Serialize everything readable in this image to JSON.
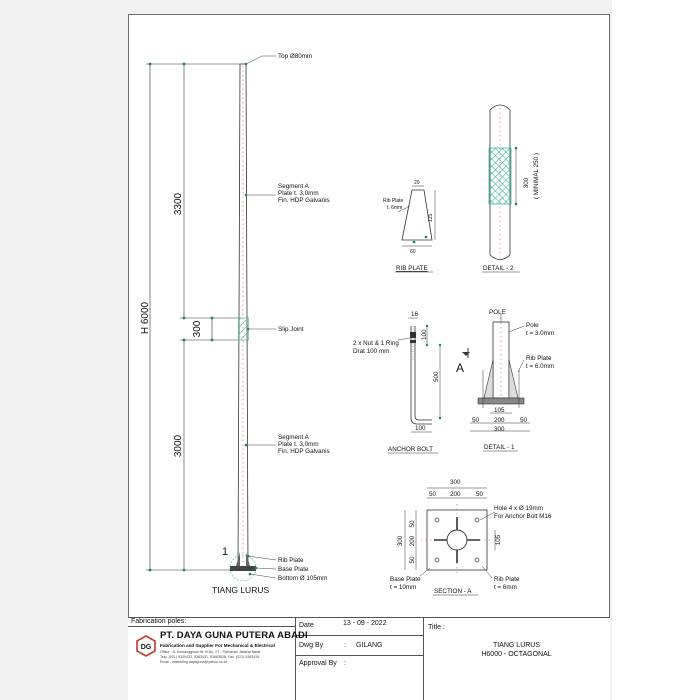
{
  "pole": {
    "top_label": "Top Ø80mm",
    "segment_a_top": [
      "Segment A",
      "Plate t. 3,0mm",
      "Fin. HDP Galvanis"
    ],
    "slip_joint": "Slip Joint",
    "segment_a_bottom": [
      "Segment A",
      "Plate t. 3,0mm",
      "Fin. HDP Galvanis"
    ],
    "rib_plate": "Rib Plate",
    "base_plate": "Base Plate",
    "bottom": "Bottom Ø 105mm",
    "marker": "1",
    "title": "TIANG LURUS"
  },
  "dimensions": {
    "total": "H 6000",
    "upper": "3300",
    "joint": "300",
    "lower": "3000"
  },
  "rib_plate_detail": {
    "label": [
      "Rib Plate",
      "t. 6mm"
    ],
    "dim_top": "20",
    "dim_height": "125",
    "dim_bottom": "60",
    "title": "RIB PLATE"
  },
  "detail_2": {
    "dim": "300",
    "dim_note": "( MINIMAL 250 )",
    "title": "DETAIL - 2"
  },
  "anchor_bolt": {
    "note": [
      "2 x Nut & 1 Ring",
      "Drat 100 mm"
    ],
    "dim_dia": "16",
    "dim_thread": "100",
    "dim_length": "500",
    "dim_hook": "100",
    "title": "ANCHOR BOLT"
  },
  "detail_1": {
    "pole_top": "POLE",
    "pole_label": [
      "Pole",
      "t = 3.0mm"
    ],
    "rib_label": [
      "Rib Plate",
      "t = 6.0mm"
    ],
    "section_marker": "A",
    "dim_inner": "105",
    "dims_row": [
      "50",
      "200",
      "50"
    ],
    "dim_total": "300",
    "title": "DETAIL - 1"
  },
  "section_a": {
    "dim_total_top": "300",
    "dims_top": [
      "50",
      "200",
      "50"
    ],
    "hole_note": [
      "Hole 4 x Ø 19mm",
      "For Anchor Bolt M16"
    ],
    "dims_left": [
      "50",
      "200",
      "50"
    ],
    "dim_left_total": "300",
    "dim_right": "105",
    "base_label": [
      "Base Plate",
      "t = 10mm"
    ],
    "rib_label": [
      "Rib Plate",
      "t = 6mm"
    ],
    "title": "SECTION - A"
  },
  "title_block": {
    "fabrication_label": "Fabrication poles:",
    "company_name": "PT. DAYA GUNA PUTERA ABADI",
    "company_tagline": "Fabrication and Supplier For Mechanical & Electrical",
    "company_address": "Office : Jl. Kemanggisan Ilir III No. 27 - Palmerah Jakarta Barat",
    "company_phone": "Telp. (021) 5320433, 5363431, 53663626, Fax. (021) 5363439",
    "company_email": "Email : marketing.dayaguna@yahoo.co.id",
    "logo_letters": "DG",
    "date_label": "Date",
    "date_value": "13 - 09 - 2022",
    "dwg_label": "Dwg By",
    "dwg_sep": ":",
    "dwg_value": "GILANG",
    "approval_label": "Approval By",
    "approval_sep": ":",
    "title_label": "Title :",
    "title_line1": "TIANG LURUS",
    "title_line2": "H6000 - OCTAGONAL"
  },
  "colors": {
    "hatch": "#3fb59a",
    "pole_outline": "#333333",
    "dim_dot": "#1a8a3a",
    "logo_red": "#c0392b"
  }
}
